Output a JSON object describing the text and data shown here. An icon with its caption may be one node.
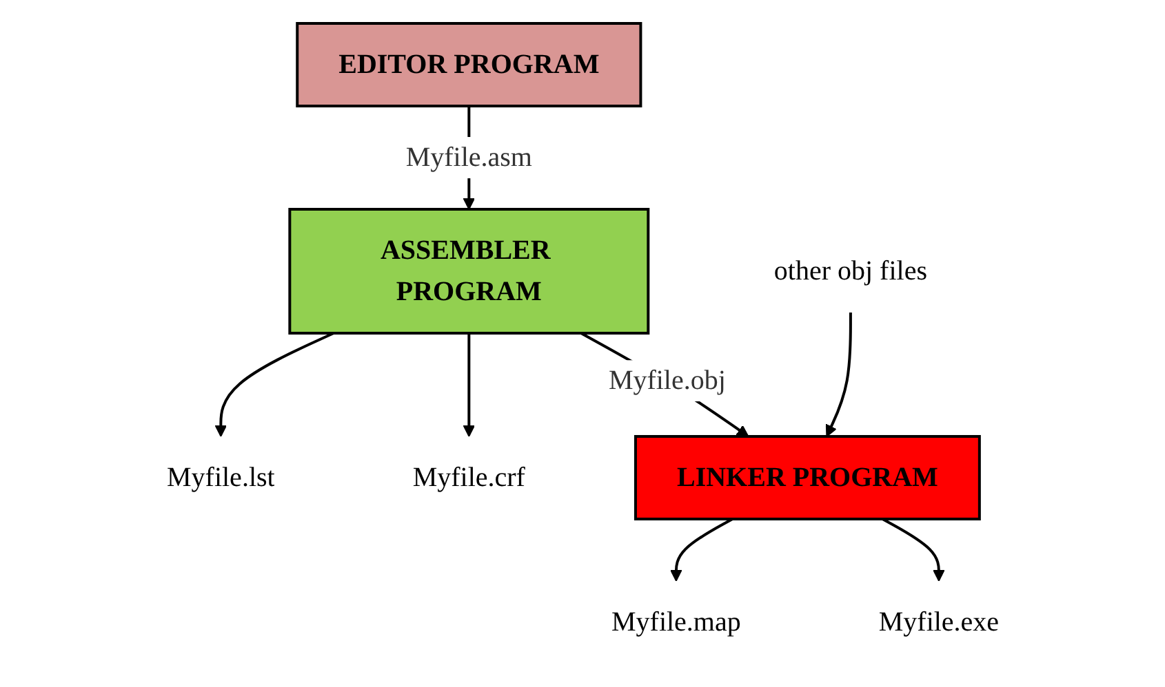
{
  "diagram": {
    "nodes": [
      {
        "text": [
          "EDITOR PROGRAM"
        ]
      },
      {
        "text": [
          "ASSEMBLER PROGRAM"
        ]
      },
      {
        "text": [
          "Myfile.lst"
        ]
      },
      {
        "text": [
          "Myfile.crf"
        ]
      },
      {
        "text": [
          "other obj files"
        ]
      },
      {
        "text": [
          "LINKER PROGRAM"
        ]
      },
      {
        "text": [
          "Myfile.map"
        ]
      },
      {
        "text": [
          "Myfile.exe"
        ]
      }
    ],
    "edges": [
      {
        "from": 0,
        "to": 1,
        "arrow": "to",
        "label": "Myfile.asm"
      },
      {
        "from": 1,
        "to": 2,
        "arrow": "to"
      },
      {
        "from": 1,
        "to": 3,
        "arrow": "to"
      },
      {
        "from": 1,
        "to": 5,
        "arrow": "to",
        "label": "Myfile.obj"
      },
      {
        "from": 4,
        "to": 5,
        "arrow": "to"
      },
      {
        "from": 5,
        "to": 6,
        "arrow": "to"
      },
      {
        "from": 5,
        "to": 7,
        "arrow": "to"
      }
    ]
  }
}
